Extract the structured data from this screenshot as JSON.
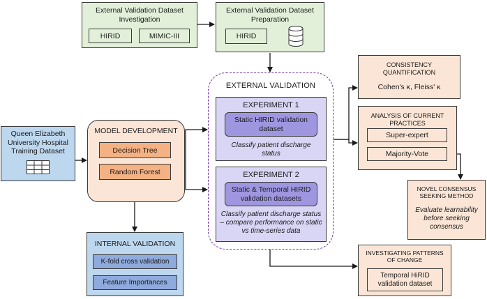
{
  "ext_dataset_investigation": {
    "title": "External Validation Dataset Investigation",
    "items": [
      "HIRID",
      "MIMIC-III"
    ]
  },
  "ext_dataset_preparation": {
    "title": "External Validation Dataset Preparation",
    "item": "HIRID"
  },
  "external_validation": {
    "title": "EXTERNAL VALIDATION",
    "experiment1": {
      "title": "EXPERIMENT 1",
      "dataset": "Static HIRID validation dataset",
      "task": "Classify patient discharge status"
    },
    "experiment2": {
      "title": "EXPERIMENT 2",
      "dataset": "Static & Temporal HIRID validation datasets",
      "task": "Classify patient discharge status – compare performance on static vs time-series data"
    }
  },
  "training_dataset": {
    "title": "Queen Elizabeth University Hospital Training Dataset"
  },
  "model_development": {
    "title": "MODEL DEVELOPMENT",
    "models": [
      "Decision Tree",
      "Random Forest"
    ]
  },
  "internal_validation": {
    "title": "INTERNAL VALIDATION",
    "items": [
      "K-fold cross validation",
      "Feature Importances"
    ]
  },
  "consistency": {
    "title": "CONSISTENCY QUANTIFICATION",
    "metric": "Cohen's κ, Fleiss' κ"
  },
  "current_practices": {
    "title": "ANALYSIS OF CURRENT PRACTICES",
    "items": [
      "Super-expert",
      "Majority-Vote"
    ]
  },
  "consensus": {
    "title": "NOVEL CONSENSUS SEEKING METHOD",
    "text": "Evaluate learnability before seeking consensus"
  },
  "patterns": {
    "title": "INVESTIGATING PATTERNS OF CHANGE",
    "item": "Temporal HiRID validation dataset"
  },
  "colors": {
    "green": "#e2f0d9",
    "blue": "#bdd7ee",
    "peach": "#fbe5d6",
    "lavender": "#d9d5f5",
    "lavender_dark": "#9f96e0",
    "orange": "#f4b183",
    "blue_dark": "#8faadc",
    "dashed_border": "#7030a0"
  },
  "icons": [
    "database-icon",
    "table-icon"
  ]
}
